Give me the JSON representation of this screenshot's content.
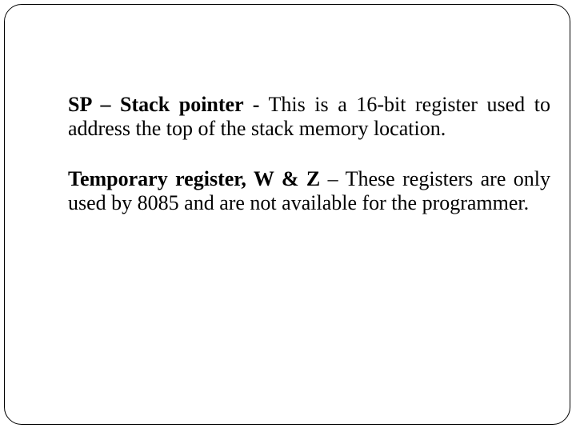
{
  "slide": {
    "paragraphs": [
      {
        "term": "SP – Stack pointer -",
        "text": " This is a 16-bit register used to address the top of the stack memory location."
      },
      {
        "term": "Temporary register, W & Z",
        "text": " – These registers are only used by 8085 and are not available for the programmer."
      }
    ]
  }
}
